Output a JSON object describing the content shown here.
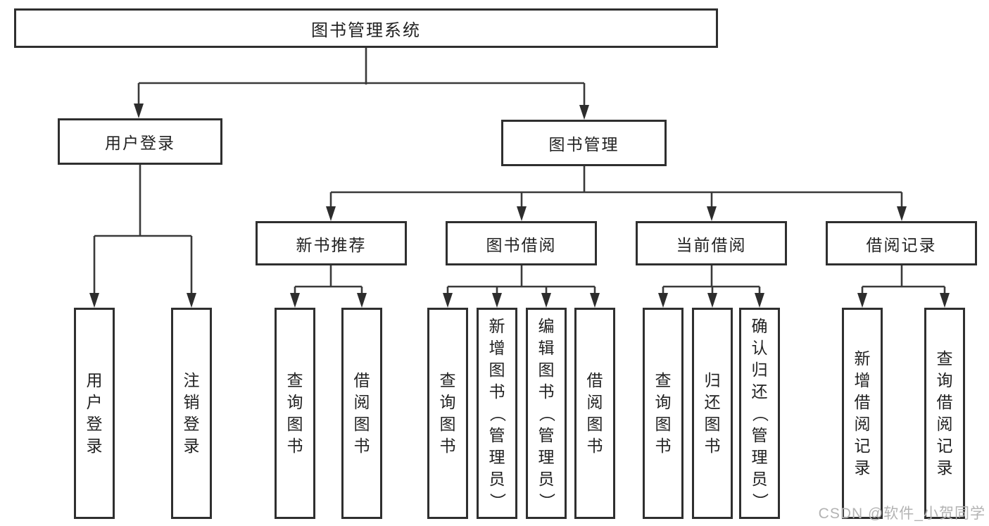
{
  "diagram": {
    "title": "图书管理系统",
    "watermark": "CSDN @软件_小贺同学",
    "colors": {
      "line": "#3a3a3a",
      "border": "#2f2f2f",
      "text": "#222222",
      "watermark": "#b3b3b3",
      "background": "#ffffff"
    },
    "root": {
      "label": "图书管理系统"
    },
    "branches": {
      "user_login": {
        "label": "用户登录"
      },
      "book_mgmt": {
        "label": "图书管理"
      }
    },
    "sections": {
      "new_book_rec": {
        "label": "新书推荐"
      },
      "book_borrow": {
        "label": "图书借阅"
      },
      "current_borrow": {
        "label": "当前借阅"
      },
      "borrow_record": {
        "label": "借阅记录"
      }
    },
    "leaves": {
      "user_login_leaf": "用户登录",
      "logout_leaf": "注销登录",
      "rec_query_book": "查询图书",
      "rec_borrow_book": "借阅图书",
      "bb_query_book": "查询图书",
      "bb_add_book_admin": "新增图书（管理员）",
      "bb_edit_book_admin": "编辑图书（管理员）",
      "bb_borrow_book": "借阅图书",
      "cb_query_book": "查询图书",
      "cb_return_book": "归还图书",
      "cb_confirm_return_admin": "确认归还（管理员）",
      "br_add_record": "新增借阅记录",
      "br_query_record": "查询借阅记录"
    }
  }
}
